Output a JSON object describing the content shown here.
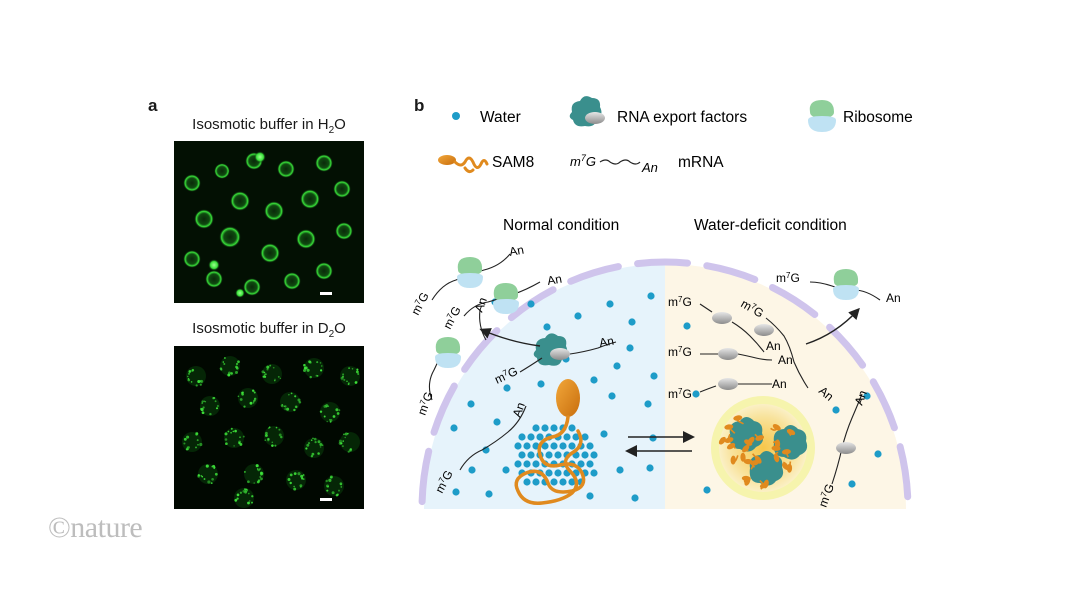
{
  "panel_a": {
    "letter": "a",
    "top_caption_prefix": "Isosmotic buffer in H",
    "top_caption_sub": "2",
    "top_caption_suffix": "O",
    "bottom_caption_prefix": "Isosmotic buffer in D",
    "bottom_caption_sub": "2",
    "bottom_caption_suffix": "O"
  },
  "panel_b": {
    "letter": "b",
    "legend": {
      "water": "Water",
      "export_factors": "RNA export factors",
      "ribosome": "Ribosome",
      "sam8": "SAM8",
      "mrna": "mRNA",
      "cap_m": "m",
      "cap_7": "7",
      "cap_g": "G",
      "tail": "An"
    },
    "normal_condition": "Normal condition",
    "deficit_condition": "Water-deficit condition"
  },
  "colors": {
    "water": "#1e9cc8",
    "sam8": "#e08a1e",
    "export_factor": "#3a8f8d",
    "ribosome": "#8fcf9a",
    "normal_bg": "#e6f3fb",
    "deficit_bg": "#fdf6e6",
    "membrane": "#cfc4ec",
    "gfp": "#39e13a"
  },
  "brand": "©nature"
}
